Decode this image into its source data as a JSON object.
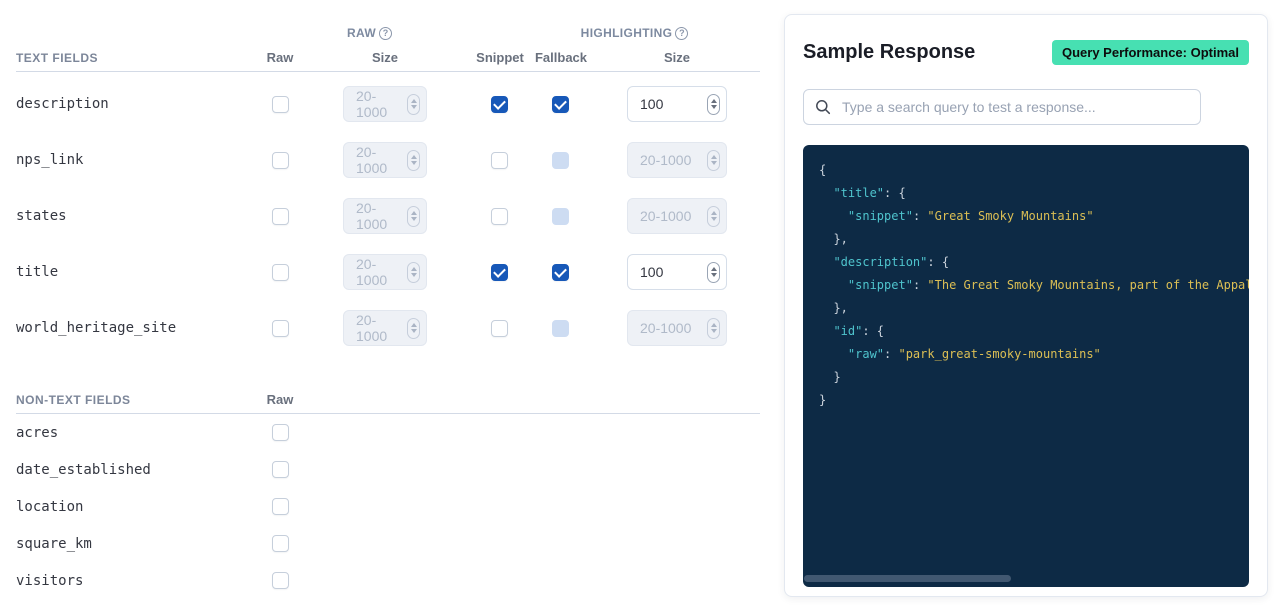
{
  "colors": {
    "checkbox_checked": "#1758b8",
    "badge_bg": "#47e0b2",
    "code_bg": "#0d2a45",
    "code_key": "#4fc4cd",
    "code_string": "#dcbf54",
    "code_punct": "#cbd3dc"
  },
  "result_settings": {
    "text_fields": {
      "group_raw": "RAW",
      "group_highlighting": "HIGHLIGHTING",
      "columns": {
        "title": "TEXT FIELDS",
        "raw": "Raw",
        "raw_size": "Size",
        "snippet": "Snippet",
        "fallback": "Fallback",
        "highlight_size": "Size"
      },
      "rows": [
        {
          "name": "description",
          "raw_checked": false,
          "raw_size": {
            "value": "",
            "placeholder": "20-1000",
            "disabled": true
          },
          "snippet_checked": true,
          "fallback_checked": true,
          "fallback_disabled": false,
          "highlight_size": {
            "value": "100",
            "placeholder": "",
            "disabled": false
          }
        },
        {
          "name": "nps_link",
          "raw_checked": false,
          "raw_size": {
            "value": "",
            "placeholder": "20-1000",
            "disabled": true
          },
          "snippet_checked": false,
          "fallback_checked": false,
          "fallback_disabled": true,
          "highlight_size": {
            "value": "",
            "placeholder": "20-1000",
            "disabled": true
          }
        },
        {
          "name": "states",
          "raw_checked": false,
          "raw_size": {
            "value": "",
            "placeholder": "20-1000",
            "disabled": true
          },
          "snippet_checked": false,
          "fallback_checked": false,
          "fallback_disabled": true,
          "highlight_size": {
            "value": "",
            "placeholder": "20-1000",
            "disabled": true
          }
        },
        {
          "name": "title",
          "raw_checked": false,
          "raw_size": {
            "value": "",
            "placeholder": "20-1000",
            "disabled": true
          },
          "snippet_checked": true,
          "fallback_checked": true,
          "fallback_disabled": false,
          "highlight_size": {
            "value": "100",
            "placeholder": "",
            "disabled": false
          }
        },
        {
          "name": "world_heritage_site",
          "raw_checked": false,
          "raw_size": {
            "value": "",
            "placeholder": "20-1000",
            "disabled": true
          },
          "snippet_checked": false,
          "fallback_checked": false,
          "fallback_disabled": true,
          "highlight_size": {
            "value": "",
            "placeholder": "20-1000",
            "disabled": true
          }
        }
      ]
    },
    "non_text_fields": {
      "columns": {
        "title": "NON-TEXT FIELDS",
        "raw": "Raw"
      },
      "rows": [
        {
          "name": "acres",
          "raw_checked": false
        },
        {
          "name": "date_established",
          "raw_checked": false
        },
        {
          "name": "location",
          "raw_checked": false
        },
        {
          "name": "square_km",
          "raw_checked": false
        },
        {
          "name": "visitors",
          "raw_checked": false
        }
      ]
    }
  },
  "sample_response": {
    "title": "Sample Response",
    "badge_label": "Query Performance: Optimal",
    "search_placeholder": "Type a search query to test a response...",
    "code_lines": [
      [
        {
          "c": "p",
          "t": "{"
        }
      ],
      [
        {
          "c": "p",
          "t": "  "
        },
        {
          "c": "k",
          "t": "\"title\""
        },
        {
          "c": "p",
          "t": ": {"
        }
      ],
      [
        {
          "c": "p",
          "t": "    "
        },
        {
          "c": "k",
          "t": "\"snippet\""
        },
        {
          "c": "p",
          "t": ": "
        },
        {
          "c": "s",
          "t": "\"Great Smoky Mountains\""
        }
      ],
      [
        {
          "c": "p",
          "t": "  },"
        }
      ],
      [
        {
          "c": "p",
          "t": "  "
        },
        {
          "c": "k",
          "t": "\"description\""
        },
        {
          "c": "p",
          "t": ": {"
        }
      ],
      [
        {
          "c": "p",
          "t": "    "
        },
        {
          "c": "k",
          "t": "\"snippet\""
        },
        {
          "c": "p",
          "t": ": "
        },
        {
          "c": "s",
          "t": "\"The Great Smoky Mountains, part of the Appala"
        }
      ],
      [
        {
          "c": "p",
          "t": "  },"
        }
      ],
      [
        {
          "c": "p",
          "t": "  "
        },
        {
          "c": "k",
          "t": "\"id\""
        },
        {
          "c": "p",
          "t": ": {"
        }
      ],
      [
        {
          "c": "p",
          "t": "    "
        },
        {
          "c": "k",
          "t": "\"raw\""
        },
        {
          "c": "p",
          "t": ": "
        },
        {
          "c": "s",
          "t": "\"park_great-smoky-mountains\""
        }
      ],
      [
        {
          "c": "p",
          "t": "  }"
        }
      ],
      [
        {
          "c": "p",
          "t": "}"
        }
      ]
    ]
  }
}
